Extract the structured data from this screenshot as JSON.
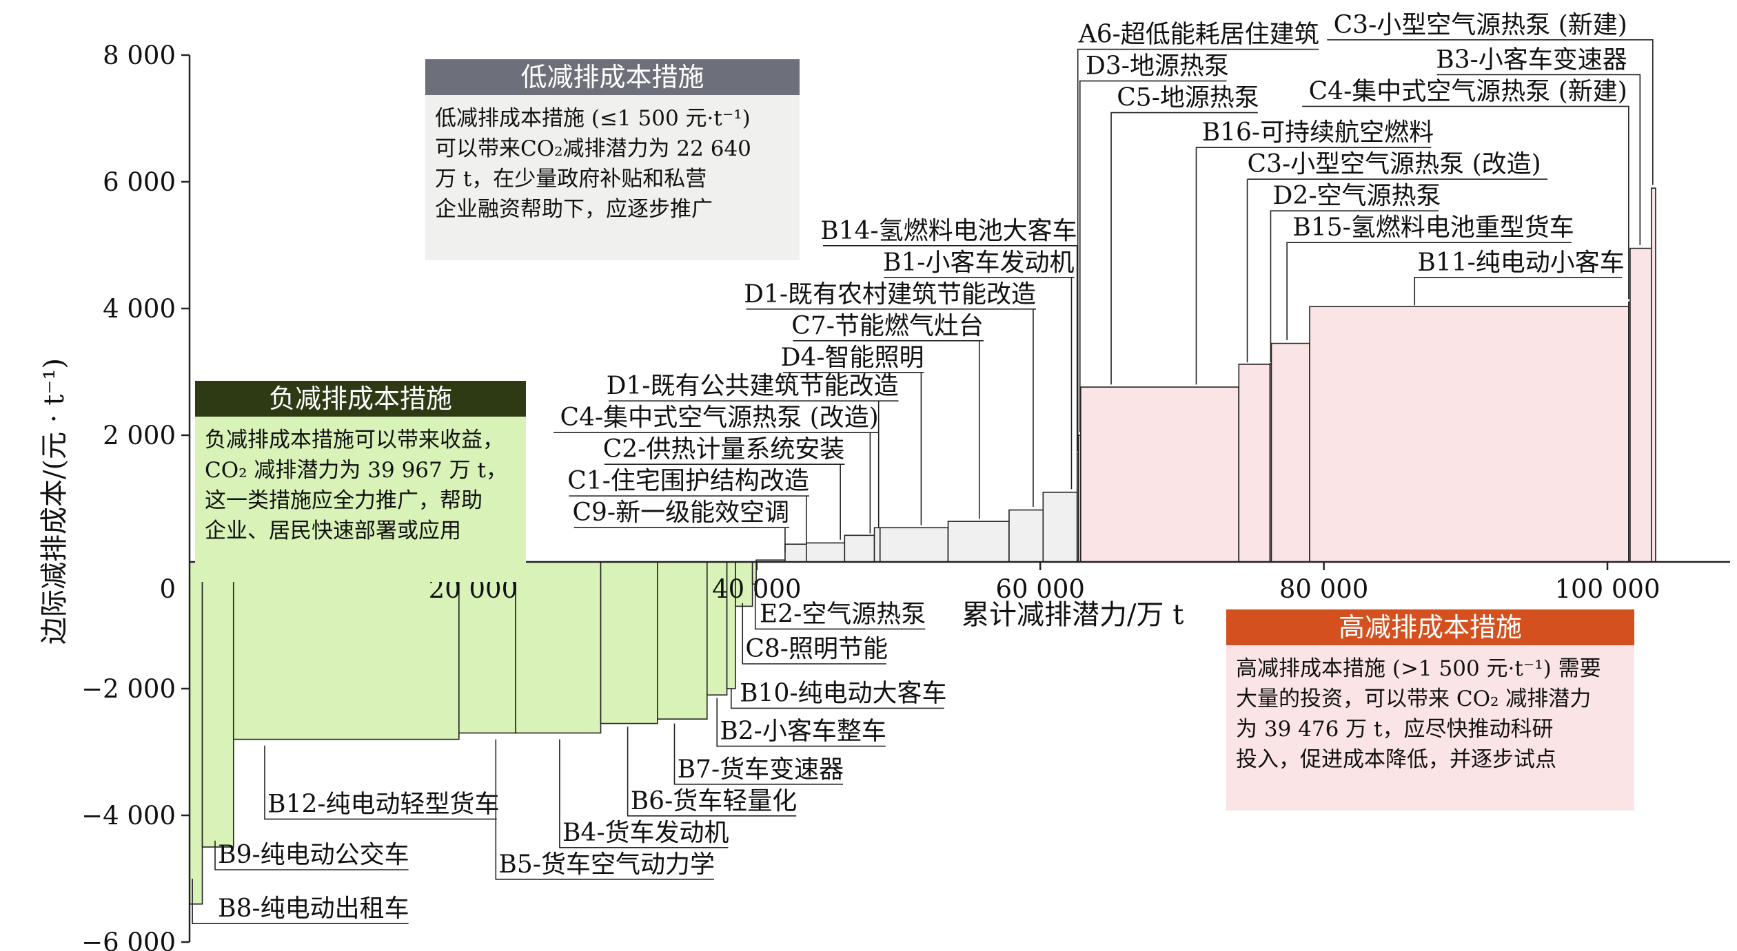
{
  "chart_data": {
    "type": "bar",
    "subtype": "marginal-abatement-cost-curve",
    "xlabel": "累计减排潜力/万 t",
    "ylabel": "边际减排成本/(元 · t⁻¹)",
    "xlim": [
      0,
      112000
    ],
    "ylim": [
      -6000,
      8000
    ],
    "x_ticks": [
      {
        "value": 0,
        "label": "0"
      },
      {
        "value": 20000,
        "label": "20 000"
      },
      {
        "value": 40000,
        "label": "40 000"
      },
      {
        "value": 60000,
        "label": "60 000"
      },
      {
        "value": 80000,
        "label": "80 000"
      },
      {
        "value": 100000,
        "label": "100 000"
      }
    ],
    "y_ticks": [
      {
        "value": 8000,
        "label": "8 000"
      },
      {
        "value": 6000,
        "label": "6 000"
      },
      {
        "value": 4000,
        "label": "4 000"
      },
      {
        "value": 2000,
        "label": "2 000"
      },
      {
        "value": -2000,
        "label": "−2 000"
      },
      {
        "value": -4000,
        "label": "−4 000"
      },
      {
        "value": -6000,
        "label": "−6 000"
      }
    ],
    "grid": false,
    "colors": {
      "negative": "#d9f2b8",
      "low": "#f0f0f0",
      "high": "#fbe4e6",
      "edge": "#222222"
    },
    "bars": [
      {
        "label": "B8-纯电动出租车",
        "x0": 0,
        "x1": 900,
        "value": -5400,
        "group": "negative"
      },
      {
        "label": "B9-纯电动公交车",
        "x0": 900,
        "x1": 3100,
        "value": -4500,
        "group": "negative"
      },
      {
        "label": "B12-纯电动轻型货车",
        "x0": 3100,
        "x1": 19000,
        "value": -2800,
        "group": "negative"
      },
      {
        "label": "B5-货车空气动力学",
        "x0": 19000,
        "x1": 23000,
        "value": -2700,
        "group": "negative"
      },
      {
        "label": "B4-货车发动机",
        "x0": 23000,
        "x1": 29000,
        "value": -2700,
        "group": "negative"
      },
      {
        "label": "B6-货车轻量化",
        "x0": 29000,
        "x1": 33000,
        "value": -2550,
        "group": "negative"
      },
      {
        "label": "B7-货车变速器",
        "x0": 33000,
        "x1": 36500,
        "value": -2480,
        "group": "negative"
      },
      {
        "label": "B2-小客车整车",
        "x0": 36500,
        "x1": 37900,
        "value": -2100,
        "group": "negative"
      },
      {
        "label": "B10-纯电动大客车",
        "x0": 37900,
        "x1": 38500,
        "value": -2000,
        "group": "negative"
      },
      {
        "label": "C8-照明节能",
        "x0": 38500,
        "x1": 39700,
        "value": -700,
        "group": "negative"
      },
      {
        "label": "E2-空气源热泵",
        "x0": 39700,
        "x1": 39967,
        "value": -350,
        "group": "negative"
      },
      {
        "label": "C9-新一级能效空调",
        "x0": 39967,
        "x1": 42000,
        "value": 30,
        "group": "low"
      },
      {
        "label": "C1-住宅围护结构改造",
        "x0": 42000,
        "x1": 43500,
        "value": 280,
        "group": "low"
      },
      {
        "label": "C2-供热计量系统安装",
        "x0": 43500,
        "x1": 46200,
        "value": 300,
        "group": "low"
      },
      {
        "label": "C4-集中式空气源热泵 (改造)",
        "x0": 46200,
        "x1": 48300,
        "value": 420,
        "group": "low"
      },
      {
        "label": "D1-既有公共建筑节能改造",
        "x0": 48300,
        "x1": 48700,
        "value": 540,
        "group": "low"
      },
      {
        "label": "D4-智能照明",
        "x0": 48700,
        "x1": 53500,
        "value": 540,
        "group": "low"
      },
      {
        "label": "C7-节能燃气灶台",
        "x0": 53500,
        "x1": 57800,
        "value": 640,
        "group": "low"
      },
      {
        "label": "D1-既有农村建筑节能改造",
        "x0": 57800,
        "x1": 60200,
        "value": 820,
        "group": "low"
      },
      {
        "label": "B1-小客车发动机",
        "x0": 60200,
        "x1": 62600,
        "value": 1100,
        "group": "low"
      },
      {
        "label": "B14-氢燃料电池大客车",
        "x0": 62600,
        "x1": 62607,
        "value": 1450,
        "group": "low"
      },
      {
        "label": "A6-超低能耗居住建筑",
        "x0": 62607,
        "x1": 62700,
        "value": 1700,
        "group": "high"
      },
      {
        "label": "D3-地源热泵",
        "x0": 62700,
        "x1": 62850,
        "value": 2000,
        "group": "high"
      },
      {
        "label": "C5-地源热泵",
        "x0": 62850,
        "x1": 74000,
        "value": 2760,
        "group": "high"
      },
      {
        "label": "B16-可持续航空燃料",
        "x0": 74000,
        "x1": 74006,
        "value": 2760,
        "group": "high"
      },
      {
        "label": "C3-小型空气源热泵 (改造)",
        "x0": 74006,
        "x1": 76200,
        "value": 3120,
        "group": "high"
      },
      {
        "label": "D2-空气源热泵",
        "x0": 76200,
        "x1": 76300,
        "value": 3130,
        "group": "high"
      },
      {
        "label": "B15-氢燃料电池重型货车",
        "x0": 76300,
        "x1": 79000,
        "value": 3450,
        "group": "high"
      },
      {
        "label": "B11-纯电动小客车",
        "x0": 79000,
        "x1": 101500,
        "value": 4030,
        "group": "high"
      },
      {
        "label": "C4-集中式空气源热泵 (新建)",
        "x0": 101500,
        "x1": 101600,
        "value": 4100,
        "group": "high"
      },
      {
        "label": "B3-小客车变速器",
        "x0": 101600,
        "x1": 103100,
        "value": 4950,
        "group": "high"
      },
      {
        "label": "C3-小型空气源热泵 (新建)",
        "x0": 103100,
        "x1": 103400,
        "value": 5900,
        "group": "high"
      }
    ],
    "annotations": [
      {
        "label": "B8-纯电动出租车",
        "lx": 2000,
        "ly": -5600,
        "anchor": "start",
        "ux": 200,
        "uy": -5000
      },
      {
        "label": "B9-纯电动公交车",
        "lx": 2000,
        "ly": -4750,
        "anchor": "start",
        "ux": 1800,
        "uy": -4400
      },
      {
        "label": "B12-纯电动轻型货车",
        "lx": 5500,
        "ly": -3950,
        "anchor": "start",
        "ux": 5300,
        "uy": -2900
      },
      {
        "label": "B5-货车空气动力学",
        "lx": 21800,
        "ly": -4900,
        "anchor": "start",
        "ux": 21600,
        "uy": -2800
      },
      {
        "label": "B4-货车发动机",
        "lx": 26300,
        "ly": -4400,
        "anchor": "start",
        "ux": 26100,
        "uy": -2800
      },
      {
        "label": "B6-货车轻量化",
        "lx": 31100,
        "ly": -3900,
        "anchor": "start",
        "ux": 30900,
        "uy": -2600
      },
      {
        "label": "B7-货车变速器",
        "lx": 34400,
        "ly": -3400,
        "anchor": "start",
        "ux": 34200,
        "uy": -2550
      },
      {
        "label": "B2-小客车整车",
        "lx": 37400,
        "ly": -2800,
        "anchor": "start",
        "ux": 37200,
        "uy": -2150
      },
      {
        "label": "B10-纯电动大客车",
        "lx": 38800,
        "ly": -2200,
        "anchor": "start",
        "ux": 38200,
        "uy": -2000
      },
      {
        "label": "C8-照明节能",
        "lx": 39200,
        "ly": -1500,
        "anchor": "start",
        "ux": 39000,
        "uy": -650
      },
      {
        "label": "E2-空气源热泵",
        "lx": 40200,
        "ly": -950,
        "anchor": "start",
        "ux": 39900,
        "uy": -300
      },
      {
        "label": "C9-新一级能效空调",
        "lx": 42300,
        "ly": 650,
        "anchor": "end",
        "ux": 42000,
        "uy": 150
      },
      {
        "label": "C1-住宅围护结构改造",
        "lx": 43700,
        "ly": 1150,
        "anchor": "end",
        "ux": 43500,
        "uy": 300
      },
      {
        "label": "C2-供热计量系统安装",
        "lx": 46200,
        "ly": 1650,
        "anchor": "end",
        "ux": 45900,
        "uy": 350
      },
      {
        "label": "C4-集中式空气源热泵 (改造)",
        "lx": 48600,
        "ly": 2150,
        "anchor": "end",
        "ux": 48000,
        "uy": 450
      },
      {
        "label": "D1-既有公共建筑节能改造",
        "lx": 50000,
        "ly": 2650,
        "anchor": "end",
        "ux": 48600,
        "uy": 550
      },
      {
        "label": "D4-智能照明",
        "lx": 51800,
        "ly": 3100,
        "anchor": "end",
        "ux": 51600,
        "uy": 580
      },
      {
        "label": "C7-节能燃气灶台",
        "lx": 56000,
        "ly": 3600,
        "anchor": "end",
        "ux": 55700,
        "uy": 680
      },
      {
        "label": "D1-既有农村建筑节能改造",
        "lx": 59700,
        "ly": 4100,
        "anchor": "end",
        "ux": 59500,
        "uy": 870
      },
      {
        "label": "B1-小客车发动机",
        "lx": 62400,
        "ly": 4600,
        "anchor": "end",
        "ux": 62200,
        "uy": 1150
      },
      {
        "label": "B14-氢燃料电池大客车",
        "lx": 62600,
        "ly": 5100,
        "anchor": "end",
        "ux": 62600,
        "uy": 1450
      },
      {
        "label": "A6-超低能耗居住建筑",
        "lx": 62700,
        "ly": 8200,
        "anchor": "start",
        "ux": 62650,
        "uy": 1750
      },
      {
        "label": "D3-地源热泵",
        "lx": 63200,
        "ly": 7700,
        "anchor": "start",
        "ux": 62800,
        "uy": 2050
      },
      {
        "label": "C5-地源热泵",
        "lx": 65400,
        "ly": 7200,
        "anchor": "start",
        "ux": 65000,
        "uy": 2800
      },
      {
        "label": "B16-可持续航空燃料",
        "lx": 71400,
        "ly": 6650,
        "anchor": "start",
        "ux": 71000,
        "uy": 2800
      },
      {
        "label": "C3-小型空气源热泵 (改造)",
        "lx": 74600,
        "ly": 6150,
        "anchor": "start",
        "ux": 74600,
        "uy": 3150
      },
      {
        "label": "D2-空气源热泵",
        "lx": 76400,
        "ly": 5650,
        "anchor": "start",
        "ux": 76250,
        "uy": 3150
      },
      {
        "label": "B15-氢燃料电池重型货车",
        "lx": 77800,
        "ly": 5150,
        "anchor": "start",
        "ux": 77400,
        "uy": 3500
      },
      {
        "label": "B11-纯电动小客车",
        "lx": 86600,
        "ly": 4600,
        "anchor": "start",
        "ux": 86400,
        "uy": 4050
      },
      {
        "label": "C4-集中式空气源热泵 (新建)",
        "lx": 101400,
        "ly": 7300,
        "anchor": "end",
        "ux": 101500,
        "uy": 4150
      },
      {
        "label": "B3-小客车变速器",
        "lx": 101400,
        "ly": 7800,
        "anchor": "end",
        "ux": 102300,
        "uy": 5000
      },
      {
        "label": "C3-小型空气源热泵 (新建)",
        "lx": 101400,
        "ly": 8350,
        "anchor": "end",
        "ux": 103200,
        "uy": 5950
      }
    ],
    "notes": [
      {
        "title": "负减排成本措施",
        "title_color": "#2e3a14",
        "body_color": "#d9f2b8",
        "lines": [
          "负减排成本措施可以带来收益，",
          "CO₂ 减排潜力为 39 967 万 t，",
          "这一类措施应全力推广，帮助",
          "企业、居民快速部署或应用"
        ]
      },
      {
        "title": "低减排成本措施",
        "title_color": "#6d6f7a",
        "body_color": "#f0f0ee",
        "lines": [
          "低减排成本措施 (≤1 500 元·t⁻¹)",
          "可以带来CO₂减排潜力为 22 640",
          "万 t，在少量政府补贴和私营",
          "企业融资帮助下，应逐步推广"
        ]
      },
      {
        "title": "高减排成本措施",
        "title_color": "#d4511f",
        "body_color": "#fbe4e6",
        "lines": [
          "高减排成本措施 (>1 500 元·t⁻¹) 需要",
          "大量的投资，可以带来 CO₂ 减排潜力",
          "为 39 476 万 t，应尽快推动科研",
          "投入，促进成本降低，并逐步试点"
        ]
      }
    ]
  }
}
